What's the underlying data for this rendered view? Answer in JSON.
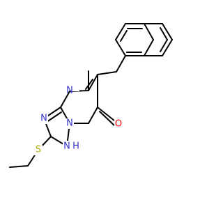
{
  "molecule": {
    "atoms": {
      "n_top": "N",
      "n_left": "N",
      "n_bridge": "N",
      "nh": "N",
      "h": "H",
      "o": "O",
      "s": "S"
    },
    "colors": {
      "bond": "#000000",
      "N": "#3333cc",
      "O": "#ff0000",
      "S": "#b2b200",
      "H": "#3333cc"
    }
  }
}
